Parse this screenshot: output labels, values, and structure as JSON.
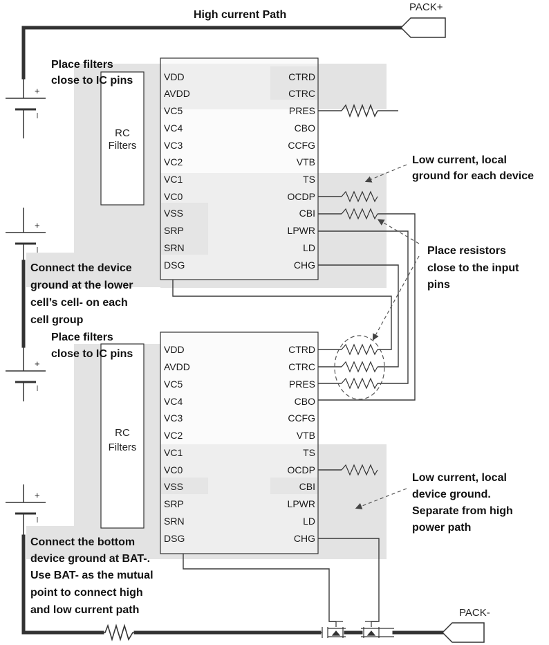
{
  "labels": {
    "high_current_path": "High current Path",
    "pack_plus": "PACK+",
    "pack_minus": "PACK-",
    "place_filters_top": [
      "Place filters",
      "close to IC pins"
    ],
    "place_filters_bottom": [
      "Place filters",
      "close to IC pins"
    ],
    "rc_filters_top": [
      "RC",
      "Filters"
    ],
    "rc_filters_bottom": [
      "RC",
      "Filters"
    ],
    "low_current_top": [
      "Low current, local",
      "ground for each device"
    ],
    "place_resistors": [
      "Place resistors",
      "close to the input",
      "pins"
    ],
    "connect_device_ground": [
      "Connect the device",
      "ground at the lower",
      "cell’s cell- on each",
      "cell group"
    ],
    "low_current_bottom": [
      "Low current, local",
      "device ground.",
      "Separate from high",
      "power path"
    ],
    "connect_bottom_ground": [
      "Connect the bottom",
      "device ground at BAT-.",
      "Use BAT- as the mutual",
      "point to connect high",
      "and low current path"
    ],
    "cell_plus": "+"
  },
  "ic_top": {
    "left_pins": [
      "VDD",
      "AVDD",
      "VC5",
      "VC4",
      "VC3",
      "VC2",
      "VC1",
      "VC0",
      "VSS",
      "SRP",
      "SRN",
      "DSG"
    ],
    "right_pins": [
      "CTRD",
      "CTRC",
      "PRES",
      "CBO",
      "CCFG",
      "VTB",
      "TS",
      "OCDP",
      "CBI",
      "LPWR",
      "LD",
      "CHG"
    ]
  },
  "ic_bottom": {
    "left_pins": [
      "VDD",
      "AVDD",
      "VC5",
      "VC4",
      "VC3",
      "VC2",
      "VC1",
      "VC0",
      "VSS",
      "SRP",
      "SRN",
      "DSG"
    ],
    "right_pins": [
      "CTRD",
      "CTRC",
      "PRES",
      "CBO",
      "CCFG",
      "VTB",
      "TS",
      "OCDP",
      "CBI",
      "LPWR",
      "LD",
      "CHG"
    ]
  },
  "colors": {
    "region_light": "#e3e3e3",
    "region_dark": "#cfcfcf",
    "wire": "#3a3a3a",
    "thick_wire": "#333333"
  }
}
